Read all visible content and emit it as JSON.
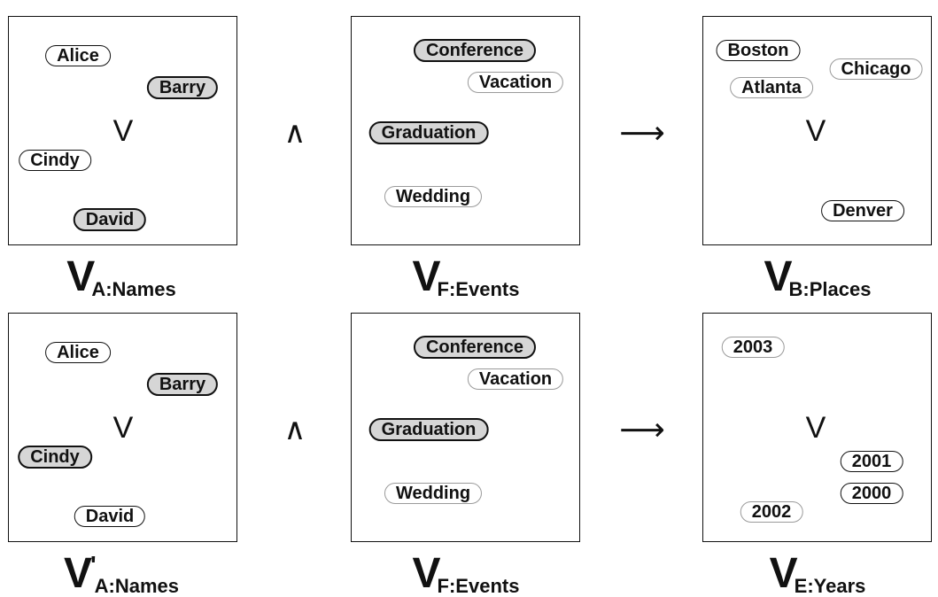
{
  "rows": [
    {
      "operators": {
        "and": "∧",
        "implies": "⟶"
      },
      "panels": [
        {
          "id": "names",
          "vee": "V",
          "caption": {
            "main": "V",
            "prime": "",
            "sub": "A:Names"
          },
          "pills": [
            {
              "label": "Alice",
              "style": "plain"
            },
            {
              "label": "Barry",
              "style": "selected"
            },
            {
              "label": "Cindy",
              "style": "plain"
            },
            {
              "label": "David",
              "style": "selected"
            }
          ]
        },
        {
          "id": "events",
          "vee": "",
          "caption": {
            "main": "V",
            "prime": "",
            "sub": "F:Events"
          },
          "pills": [
            {
              "label": "Conference",
              "style": "selected"
            },
            {
              "label": "Vacation",
              "style": "faded"
            },
            {
              "label": "Graduation",
              "style": "selected"
            },
            {
              "label": "Wedding",
              "style": "faded"
            }
          ]
        },
        {
          "id": "places",
          "vee": "V",
          "caption": {
            "main": "V",
            "prime": "",
            "sub": "B:Places"
          },
          "pills": [
            {
              "label": "Boston",
              "style": "plain"
            },
            {
              "label": "Chicago",
              "style": "faded"
            },
            {
              "label": "Atlanta",
              "style": "faded"
            },
            {
              "label": "Denver",
              "style": "plain"
            }
          ]
        }
      ]
    },
    {
      "operators": {
        "and": "∧",
        "implies": "⟶"
      },
      "panels": [
        {
          "id": "names",
          "vee": "V",
          "caption": {
            "main": "V",
            "prime": "'",
            "sub": "A:Names"
          },
          "pills": [
            {
              "label": "Alice",
              "style": "plain"
            },
            {
              "label": "Barry",
              "style": "selected"
            },
            {
              "label": "Cindy",
              "style": "selected"
            },
            {
              "label": "David",
              "style": "plain"
            }
          ]
        },
        {
          "id": "events",
          "vee": "",
          "caption": {
            "main": "V",
            "prime": "",
            "sub": "F:Events"
          },
          "pills": [
            {
              "label": "Conference",
              "style": "selected"
            },
            {
              "label": "Vacation",
              "style": "faded"
            },
            {
              "label": "Graduation",
              "style": "selected"
            },
            {
              "label": "Wedding",
              "style": "faded"
            }
          ]
        },
        {
          "id": "years",
          "vee": "V",
          "caption": {
            "main": "V",
            "prime": "",
            "sub": "E:Years"
          },
          "pills": [
            {
              "label": "2003",
              "style": "faded"
            },
            {
              "label": "2001",
              "style": "plain"
            },
            {
              "label": "2000",
              "style": "plain"
            },
            {
              "label": "2002",
              "style": "faded"
            }
          ]
        }
      ]
    }
  ]
}
